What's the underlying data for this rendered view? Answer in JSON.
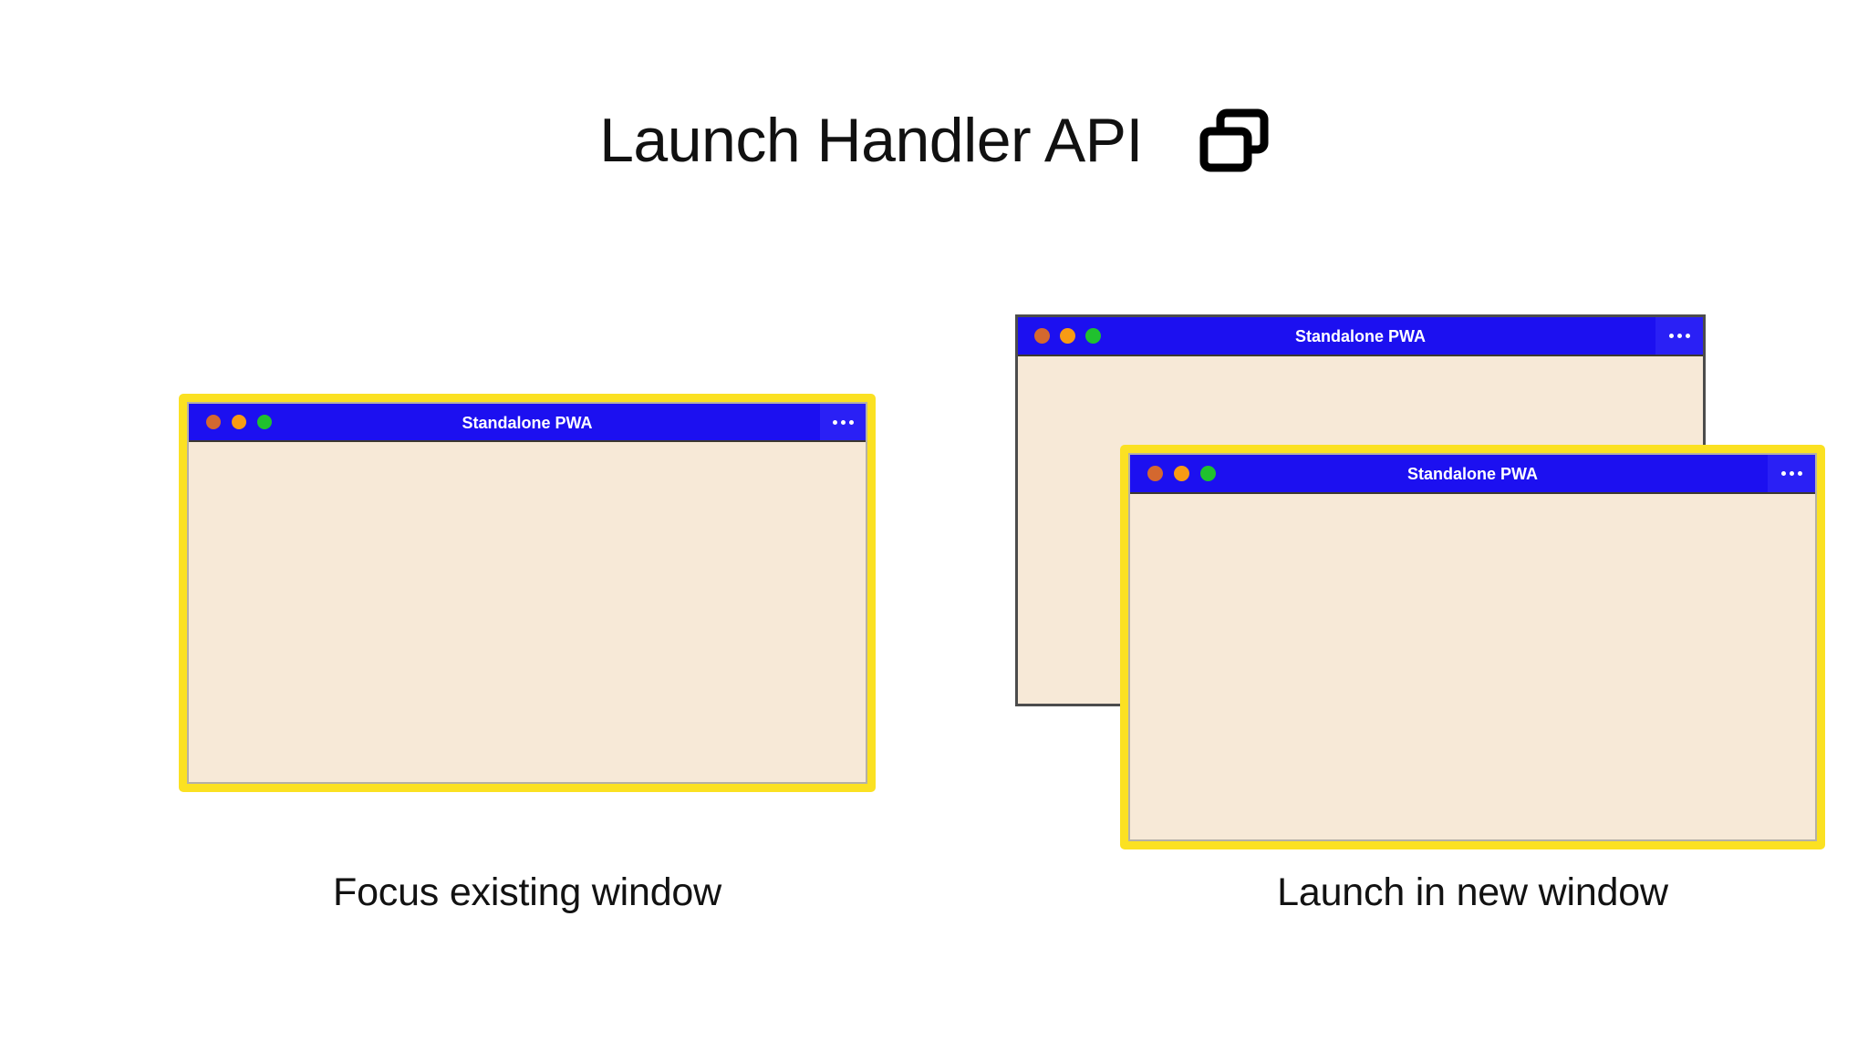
{
  "header": {
    "title": "Launch Handler API",
    "icon": "overlapping-windows-icon"
  },
  "colors": {
    "titlebar_blue": "#1c10f0",
    "menu_blue": "#2a20f5",
    "window_body_cream": "#f7e9d7",
    "focus_ring_yellow": "#fbe122",
    "dot_close": "#d4682f",
    "dot_minimize": "#f89b14",
    "dot_maximize": "#20c12e",
    "unfocused_border": "#4c4c4c",
    "text_dark": "#121212",
    "page_background": "#ffffff"
  },
  "scenarios": [
    {
      "id": "focus-existing",
      "caption": "Focus existing window",
      "windows": [
        {
          "id": "left-window",
          "title": "Standalone PWA",
          "focused": true,
          "menu_label": "⋯",
          "menu_name": "more-options-icon"
        }
      ]
    },
    {
      "id": "launch-new",
      "caption": "Launch in new window",
      "windows": [
        {
          "id": "right-back-window",
          "title": "Standalone PWA",
          "focused": false,
          "menu_label": "⋯",
          "menu_name": "more-options-icon"
        },
        {
          "id": "right-front-window",
          "title": "Standalone PWA",
          "focused": true,
          "menu_label": "⋯",
          "menu_name": "more-options-icon"
        }
      ]
    }
  ],
  "window_controls": {
    "close": "close-button",
    "minimize": "minimize-button",
    "maximize": "maximize-button"
  }
}
